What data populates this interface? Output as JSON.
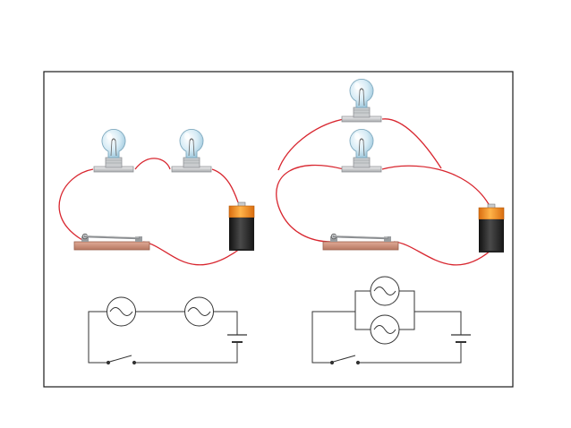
{
  "figure": {
    "panels": [
      {
        "id": "series",
        "bulb_count": 2,
        "connection": "series",
        "has_switch": true,
        "has_battery": true,
        "schematic_lamps": 2
      },
      {
        "id": "parallel",
        "bulb_count": 2,
        "connection": "parallel",
        "has_switch": true,
        "has_battery": true,
        "schematic_lamps": 2
      }
    ]
  },
  "colors": {
    "frame": "#1a1a1a",
    "wire": "#d8262f",
    "schematic_line": "#333333",
    "battery_top": "#f39a20",
    "battery_body": "#2b2b2b",
    "switch_base": "#c98f7a",
    "bulb_glass": "#cfe6f2",
    "bulb_base": "#b9bcbf"
  },
  "icons": {
    "bulb": "light-bulb-icon",
    "battery": "battery-icon",
    "switch": "knife-switch-icon",
    "lamp_symbol": "lamp-symbol-icon",
    "cell_symbol": "cell-symbol-icon",
    "switch_symbol": "switch-symbol-icon"
  }
}
